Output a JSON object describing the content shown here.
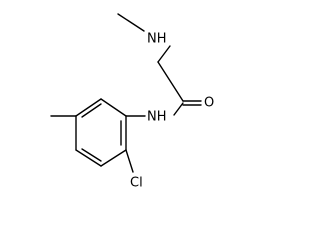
{
  "molecule": {
    "atoms": {
      "amine_nh": "NH",
      "amide_o": "O",
      "amide_nh": "NH",
      "chloro": "Cl"
    }
  }
}
